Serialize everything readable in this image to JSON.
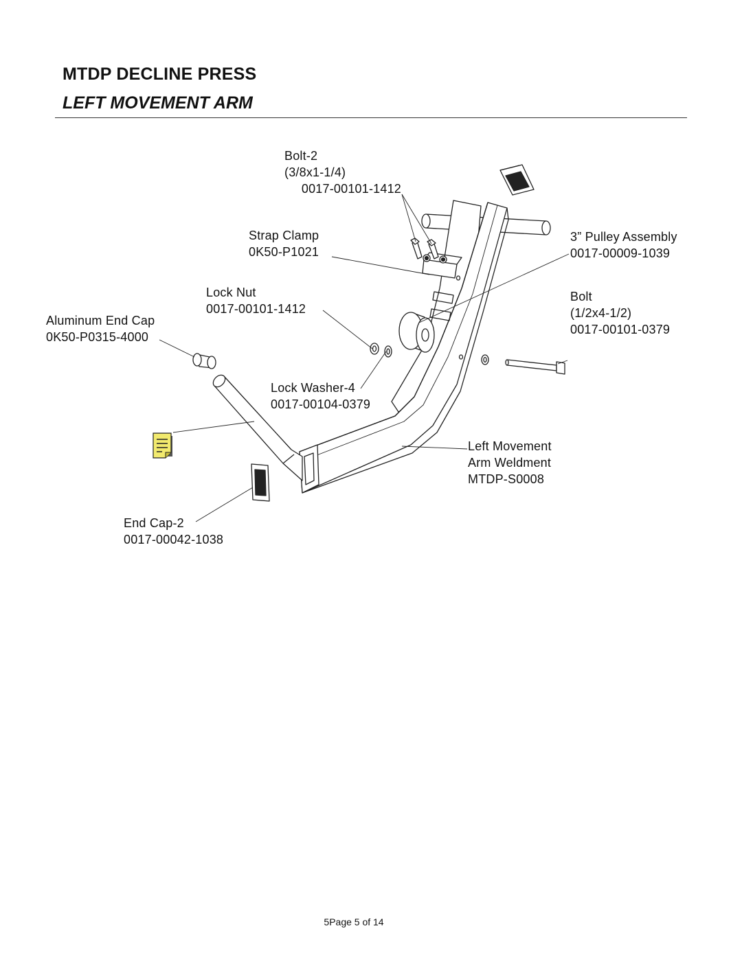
{
  "header": {
    "title": "MTDP DECLINE PRESS",
    "subtitle": "LEFT  MOVEMENT ARM"
  },
  "callouts": {
    "bolt2": {
      "name": "Bolt-2",
      "size": "(3/8x1-1/4)",
      "part": "0017-00101-1412"
    },
    "strap_clamp": {
      "name": "Strap Clamp",
      "part": "0K50-P1021"
    },
    "lock_nut": {
      "name": "Lock Nut",
      "part": "0017-00101-1412"
    },
    "aluminum_end_cap": {
      "name": "Aluminum End Cap",
      "part": "0K50-P0315-4000"
    },
    "lock_washer": {
      "name": "Lock Washer-4",
      "part": "0017-00104-0379"
    },
    "pulley": {
      "name": "3” Pulley Assembly",
      "part": "0017-00009-1039"
    },
    "bolt": {
      "name": "Bolt",
      "size": "(1/2x4-1/2)",
      "part": "0017-00101-0379"
    },
    "weldment": {
      "line1": "Left Movement",
      "line2": "Arm Weldment",
      "part": "MTDP-S0008"
    },
    "end_cap2": {
      "name": "End Cap-2",
      "part": "0017-00042-1038"
    }
  },
  "footer": {
    "page_label": "5Page 5 of 14"
  },
  "colors": {
    "note_icon": "#f2ea6e",
    "line": "#222222"
  }
}
